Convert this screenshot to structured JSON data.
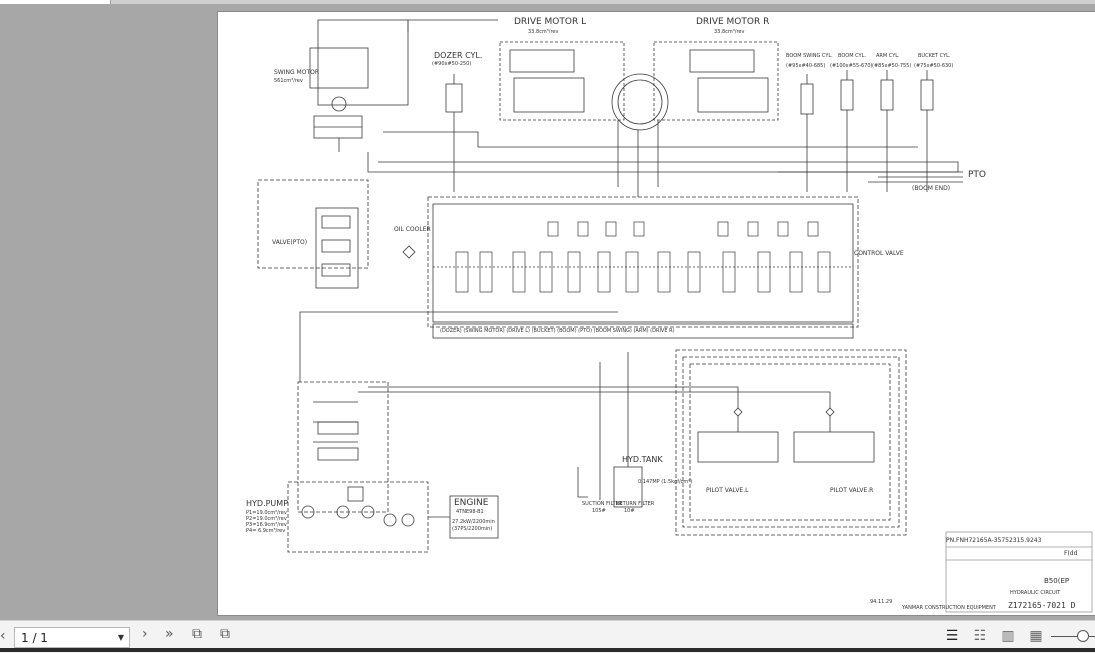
{
  "viewer": {
    "page_indicator": "1 / 1",
    "icons": [
      "chevron-left-icon",
      "dropdown-chevron-icon",
      "chevron-right-icon",
      "double-chevron-right-icon",
      "copy-page-icon",
      "paste-page-icon",
      "single-page-view-icon",
      "continuous-view-icon",
      "two-page-view-icon",
      "two-page-continuous-view-icon",
      "zoom-out-icon",
      "zoom-slider"
    ]
  },
  "diagram": {
    "title_drive_motor_l": "DRIVE MOTOR L",
    "title_drive_motor_r": "DRIVE MOTOR R",
    "disp_l": "33.8cm³/rev",
    "disp_r": "33.8cm³/rev",
    "dozer_cyl": "DOZER CYL.",
    "dozer_cyl_spec": "(#90x#50-250)",
    "boom_swing_cyl": "BOOM SWING CYL.",
    "boom_swing_spec": "(#95x#40-685)",
    "boom_cyl": "BOOM CYL.",
    "boom_spec": "(#100x#55-670)",
    "arm_cyl": "ARM CYL.",
    "arm_spec": "(#85x#50-755)",
    "bucket_cyl": "BUCKET CYL.",
    "bucket_spec": "(#75x#50-630)",
    "swing_motor": "SWING MOTOR",
    "swing_motor_disp": "561cm³/rev",
    "pto": "PTO",
    "boom_end": "(BOOM END)",
    "valve_pto": "VALVE(PTO)",
    "oil_cooler": "OIL COOLER",
    "control_valve": "CONTROL VALVE",
    "sections": "(DOZER)  (SWING MOTOR) (DRIVE L)  (BUCKET)  (BOOM)    (PTO)    (BOOM SWING)   (ARM)   (DRIVE R)",
    "hyd_pump": "HYD.PUMP",
    "pump_spec_1": "P1=19.0cm³/rev",
    "pump_spec_2": "P2=19.0cm³/rev",
    "pump_spec_3": "P3=16.9cm³/rev",
    "pump_spec_4": "P4= 6.9cm³/rev",
    "engine": "ENGINE",
    "engine_model": "4TNE98-B1",
    "engine_spec_1": "27.2kW/2200min",
    "engine_spec_2": "(37PS/2200min)",
    "hyd_tank": "HYD.TANK",
    "tank_spec": "0.147MP (1.5kgf/cm²)",
    "suction_filter": "SUCTION FILTER",
    "suction_mesh": "105#",
    "return_filter": "RETURN FILTER",
    "return_mesh": "10#",
    "pilot_valve_l": "PILOT VALVE.L",
    "pilot_valve_r": "PILOT VALVE.R",
    "part_no": "PN.FNH72165A-35752315.9243",
    "sheet": "F(dd",
    "model": "B50(EP",
    "drawing_title": "HYDRAULIC CIRCUIT",
    "drawing_no": "Z172165-7021 D",
    "date": "94.11.29",
    "maker": "YANMAR CONSTRUCTION EQUIPMENT"
  }
}
